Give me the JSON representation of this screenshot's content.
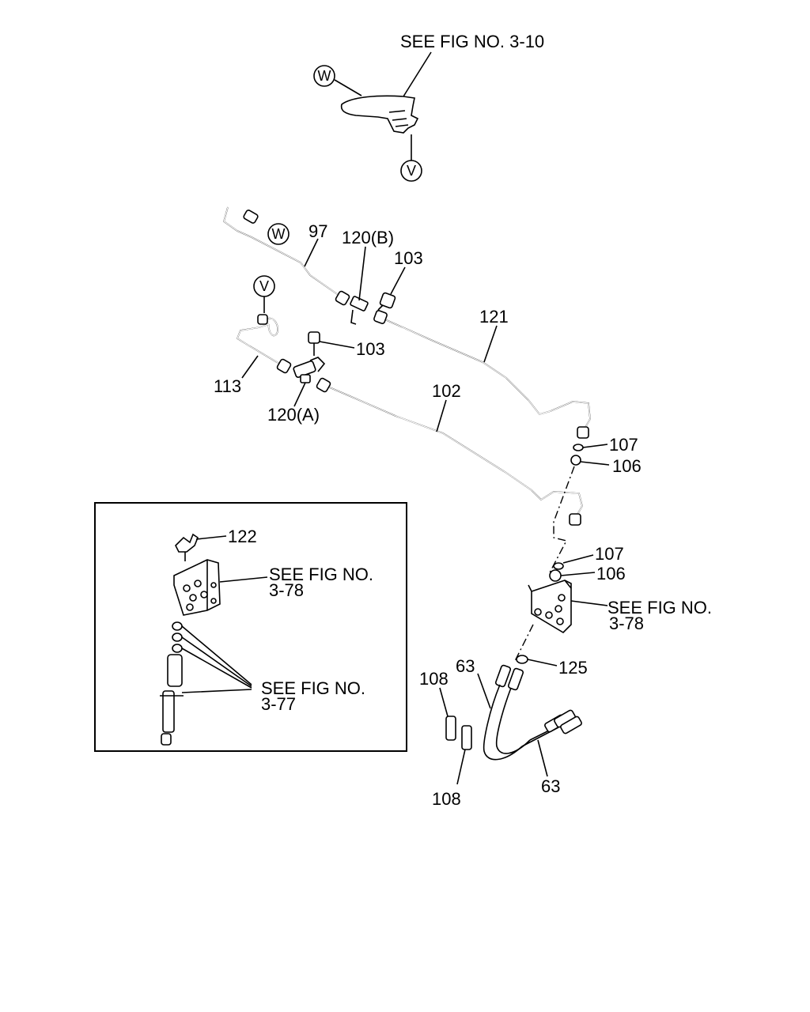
{
  "labels": {
    "see_fig_top": "SEE FIG NO. 3-10",
    "w_top": "W",
    "v_top": "V",
    "w_mid": "W",
    "v_mid": "V",
    "n97": "97",
    "n120b": "120(B)",
    "n103a": "103",
    "n103b": "103",
    "n121": "121",
    "n113": "113",
    "n120a": "120(A)",
    "n102": "102",
    "n107a": "107",
    "n106a": "106",
    "n107b": "107",
    "n106b": "106",
    "see_fig_right_l1": "SEE FIG NO.",
    "see_fig_right_l2": "3-78",
    "n125": "125",
    "n63a": "63",
    "n63b": "63",
    "n108a": "108",
    "n108b": "108",
    "n122": "122",
    "inset_fig1_l1": "SEE FIG NO.",
    "inset_fig1_l2": "3-78",
    "inset_fig2_l1": "SEE FIG NO.",
    "inset_fig2_l2": "3-77"
  }
}
